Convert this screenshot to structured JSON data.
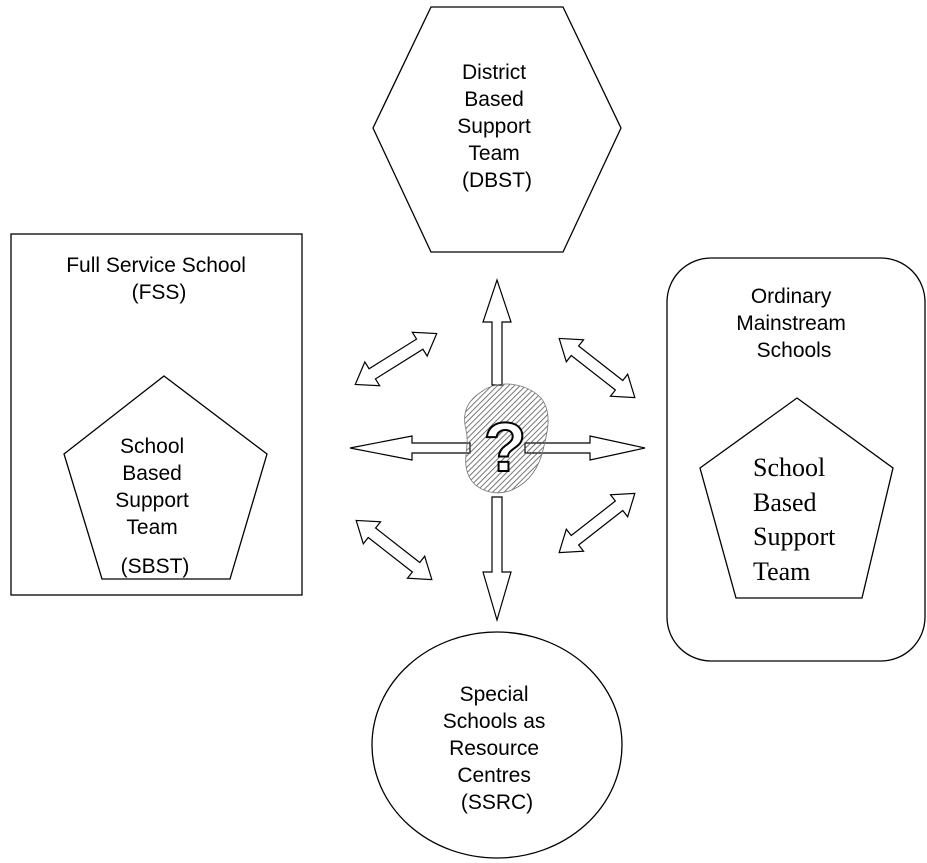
{
  "dbst": {
    "lines": [
      "District",
      "Based",
      "Support",
      "Team",
      "(DBST)"
    ]
  },
  "fss": {
    "title_lines": [
      "Full Service School",
      "(FSS)"
    ],
    "sbst_lines": [
      "School",
      "Based",
      "Support",
      "Team",
      "(SBST)"
    ]
  },
  "oms": {
    "title_lines": [
      "Ordinary",
      "Mainstream",
      "Schools"
    ],
    "sbst_lines": [
      "School",
      "Based",
      "Support",
      "Team"
    ]
  },
  "ssrc": {
    "lines": [
      "Special",
      "Schools as",
      "Resource",
      "Centres",
      "(SSRC)"
    ]
  },
  "center": {
    "symbol": "?"
  },
  "colors": {
    "line": "#000000",
    "background": "#ffffff",
    "hatch": "#555555"
  }
}
